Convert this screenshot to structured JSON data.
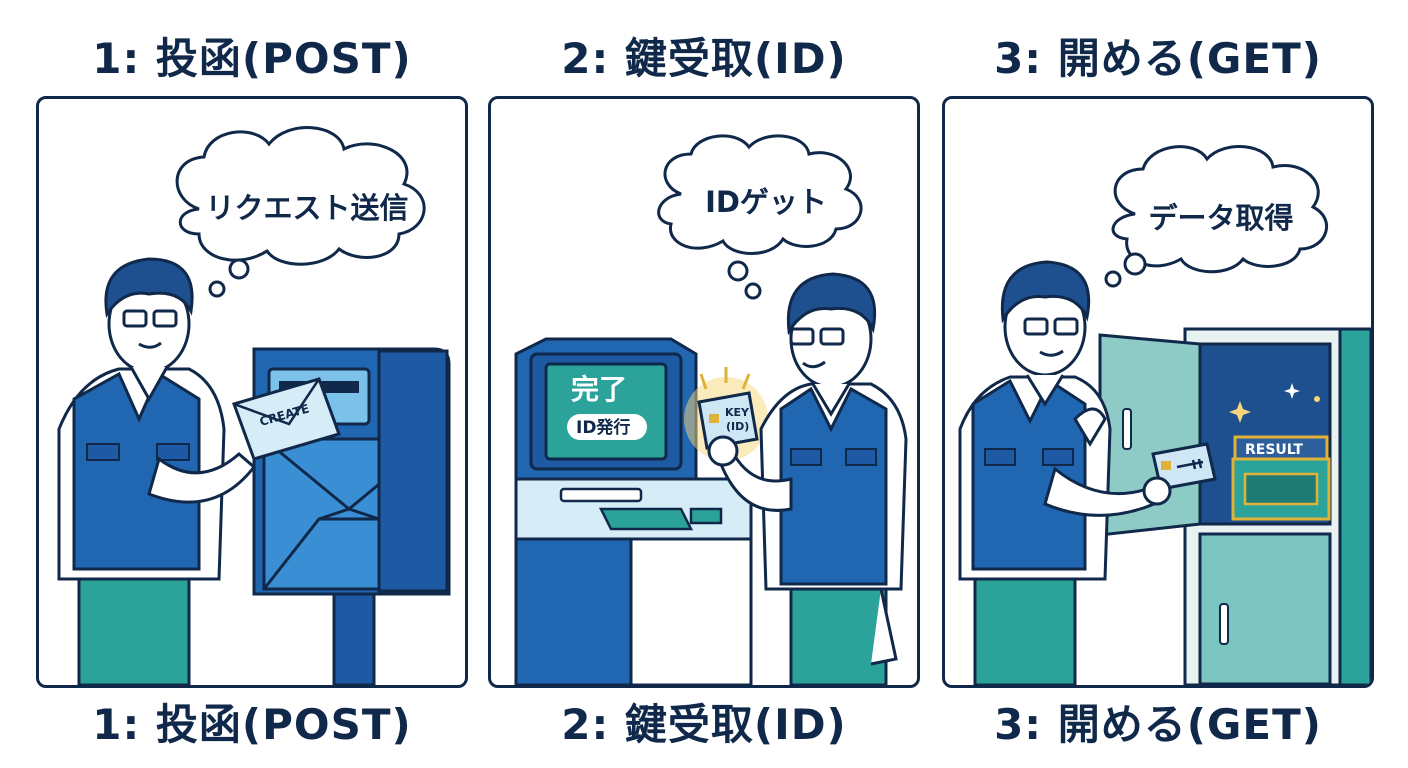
{
  "panels": [
    {
      "title_top": "1: 投函(POST)",
      "title_bottom": "1: 投函(POST)",
      "bubble": "リクエスト送信",
      "envelope_label": "CREATE",
      "icons": [
        "person-icon",
        "mailbox-icon",
        "envelope-icon",
        "thought-bubble-icon"
      ]
    },
    {
      "title_top": "2: 鍵受取(ID)",
      "title_bottom": "2: 鍵受取(ID)",
      "bubble": "IDゲット",
      "screen_main": "完了",
      "screen_sub": "ID発行",
      "card_line1": "KEY",
      "card_line2": "(ID)",
      "icons": [
        "person-icon",
        "kiosk-icon",
        "key-card-icon",
        "thought-bubble-icon"
      ]
    },
    {
      "title_top": "3: 開める(GET)",
      "title_bottom": "3: 開める(GET)",
      "bubble": "データ取得",
      "chest_label": "RESULT",
      "icons": [
        "person-icon",
        "locker-icon",
        "treasure-chest-icon",
        "key-card-icon",
        "thought-bubble-icon"
      ]
    }
  ],
  "colors": {
    "navy": "#10284a",
    "blue": "#2166b0",
    "light_blue": "#4aa3e0",
    "teal": "#2ba39a",
    "mint": "#bfe3de",
    "gold": "#e0b23a",
    "skin": "#ffffff"
  }
}
